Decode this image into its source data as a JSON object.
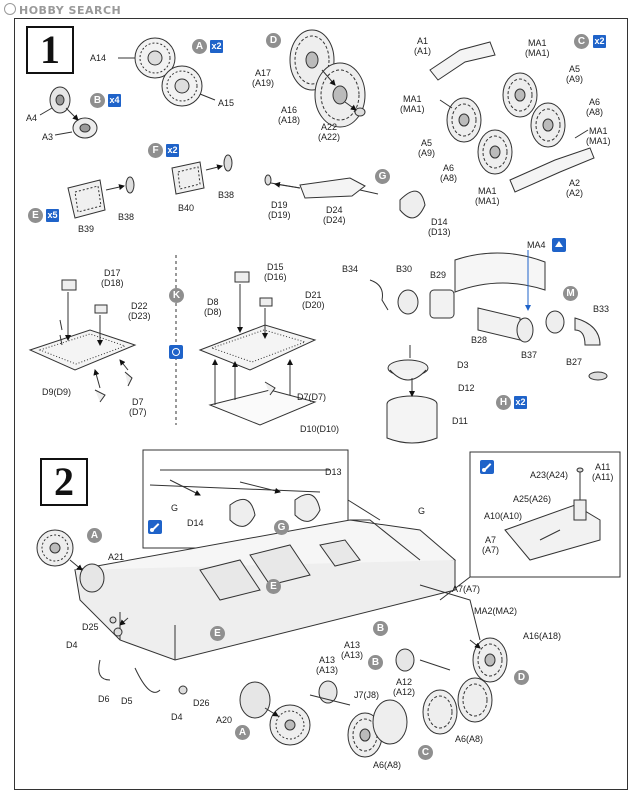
{
  "watermark": "HOBBY SEARCH",
  "steps": [
    "1",
    "2"
  ],
  "callouts": {
    "A": "A",
    "B": "B",
    "C": "C",
    "D": "D",
    "E": "E",
    "F": "F",
    "G": "G",
    "H": "H",
    "K": "K",
    "M": "M"
  },
  "multipliers": {
    "A": "x2",
    "B": "x4",
    "C": "x2",
    "E": "x5",
    "F": "x2",
    "H": "x2"
  },
  "labels": {
    "a14": "A14",
    "a15": "A15",
    "a4": "A4",
    "a3": "A3",
    "a17": "A17",
    "a17b": "(A19)",
    "a16": "A16",
    "a16b": "(A18)",
    "a22": "A22",
    "a22b": "(A22)",
    "a1": "A1",
    "a1b": "(A1)",
    "ma1_t": "MA1",
    "ma1_tb": "(MA1)",
    "a5_t": "A5",
    "a5_tb": "(A9)",
    "ma1_l": "MA1",
    "ma1_lb": "(MA1)",
    "a6_r": "A6",
    "a6_rb": "(A8)",
    "ma1_r": "MA1",
    "ma1_rb": "(MA1)",
    "a5_l": "A5",
    "a5_lb": "(A9)",
    "a6_l": "A6",
    "a6_lb": "(A8)",
    "ma1_b": "MA1",
    "ma1_bb": "(MA1)",
    "a2": "A2",
    "a2b": "(A2)",
    "b38_e": "B38",
    "b39": "B39",
    "b40": "B40",
    "b38_f": "B38",
    "d19": "D19",
    "d19b": "(D19)",
    "d24": "D24",
    "d24b": "(D24)",
    "d14": "D14",
    "d14b": "(D13)",
    "d17": "D17",
    "d17b": "(D18)",
    "d22": "D22",
    "d22b": "(D23)",
    "d9": "D9(D9)",
    "d7_l": "D7",
    "d7_lb": "(D7)",
    "d15": "D15",
    "d15b": "(D16)",
    "d8": "D8",
    "d8b": "(D8)",
    "d21": "D21",
    "d21b": "(D20)",
    "d7_r": "D7(D7)",
    "d10": "D10(D10)",
    "b34": "B34",
    "b30": "B30",
    "b29": "B29",
    "ma4": "MA4",
    "b33": "B33",
    "b28": "B28",
    "b37": "B37",
    "b27": "B27",
    "d3": "D3",
    "d12": "D12",
    "d11": "D11",
    "g_inset": "G",
    "d14_inset": "D14",
    "d13_inset": "D13",
    "g_main": "G",
    "a23": "A23(A24)",
    "a11": "A11",
    "a11b": "(A11)",
    "a25": "A25(A26)",
    "a10": "A10(A10)",
    "a7_inset": "A7",
    "a7_insetb": "(A7)",
    "a21": "A21",
    "d25": "D25",
    "d4_l": "D4",
    "d6": "D6",
    "d5": "D5",
    "d26": "D26",
    "d4_b": "D4",
    "a20": "A20",
    "a7_main": "A7(A7)",
    "ma2": "MA2(MA2)",
    "a16_main": "A16(A18)",
    "a13_a": "A13",
    "a13_ab": "(A13)",
    "a13_b": "A13",
    "a13_bb": "(A13)",
    "a12": "A12",
    "a12b": "(A12)",
    "j7": "J7(J8)",
    "a6_main_r": "A6(A8)",
    "a6_main_b": "A6(A8)"
  }
}
